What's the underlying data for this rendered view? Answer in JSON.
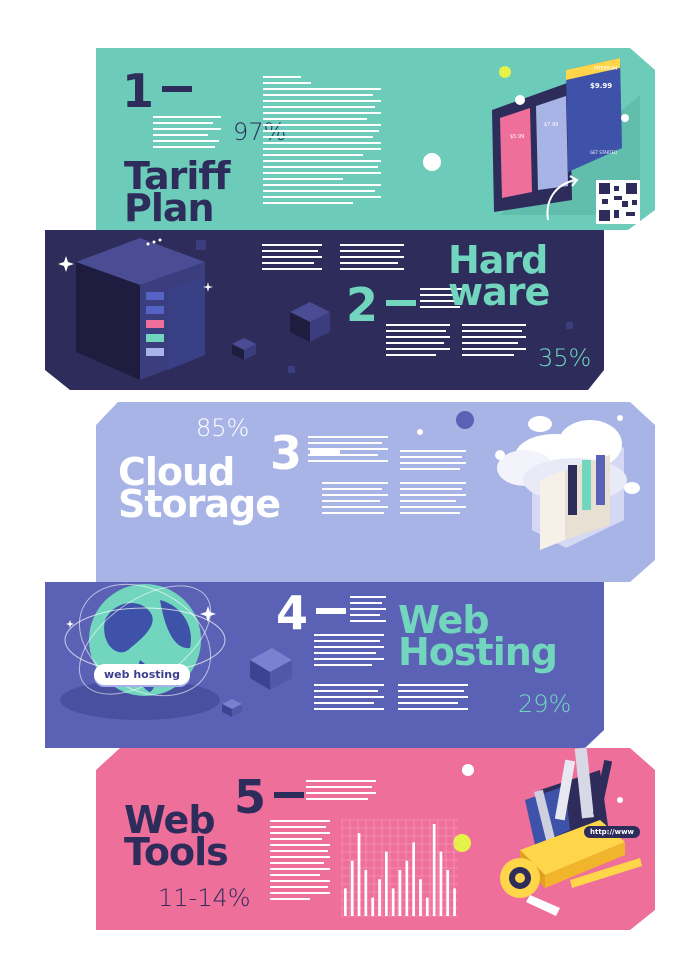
{
  "sections": [
    {
      "number": "1",
      "title_line1": "Tariff",
      "title_line2": "Plan",
      "percent": "97%"
    },
    {
      "number": "2",
      "title_line1": "Hard",
      "title_line2": "ware",
      "percent": "35%"
    },
    {
      "number": "3",
      "title_line1": "Cloud",
      "title_line2": "Storage",
      "percent": "85%"
    },
    {
      "number": "4",
      "title_line1": "Web",
      "title_line2": "Hosting",
      "percent": "29%"
    },
    {
      "number": "5",
      "title_line1": "Web",
      "title_line2": "Tools",
      "percent": "11-14%"
    }
  ],
  "pricing_card": {
    "label_premium": "PREMIUM",
    "price_main": "$9.99",
    "price_a": "$5.99",
    "price_b": "$7.99",
    "button": "GET STARTED"
  },
  "globe_badge": "web hosting",
  "tools_badge": "http://www",
  "bar_chart": {
    "values": [
      3,
      6,
      9,
      5,
      2,
      4,
      7,
      3,
      5,
      6,
      8,
      4,
      2,
      10,
      7,
      5,
      3
    ]
  },
  "colors": {
    "teal": "#6ccbb9",
    "navy": "#2d2c5b",
    "lavender": "#a8b4e6",
    "indigo": "#5b62b6",
    "pink": "#ef6f9b",
    "mint": "#71d6bd",
    "dark_text": "#2d2c5b"
  }
}
